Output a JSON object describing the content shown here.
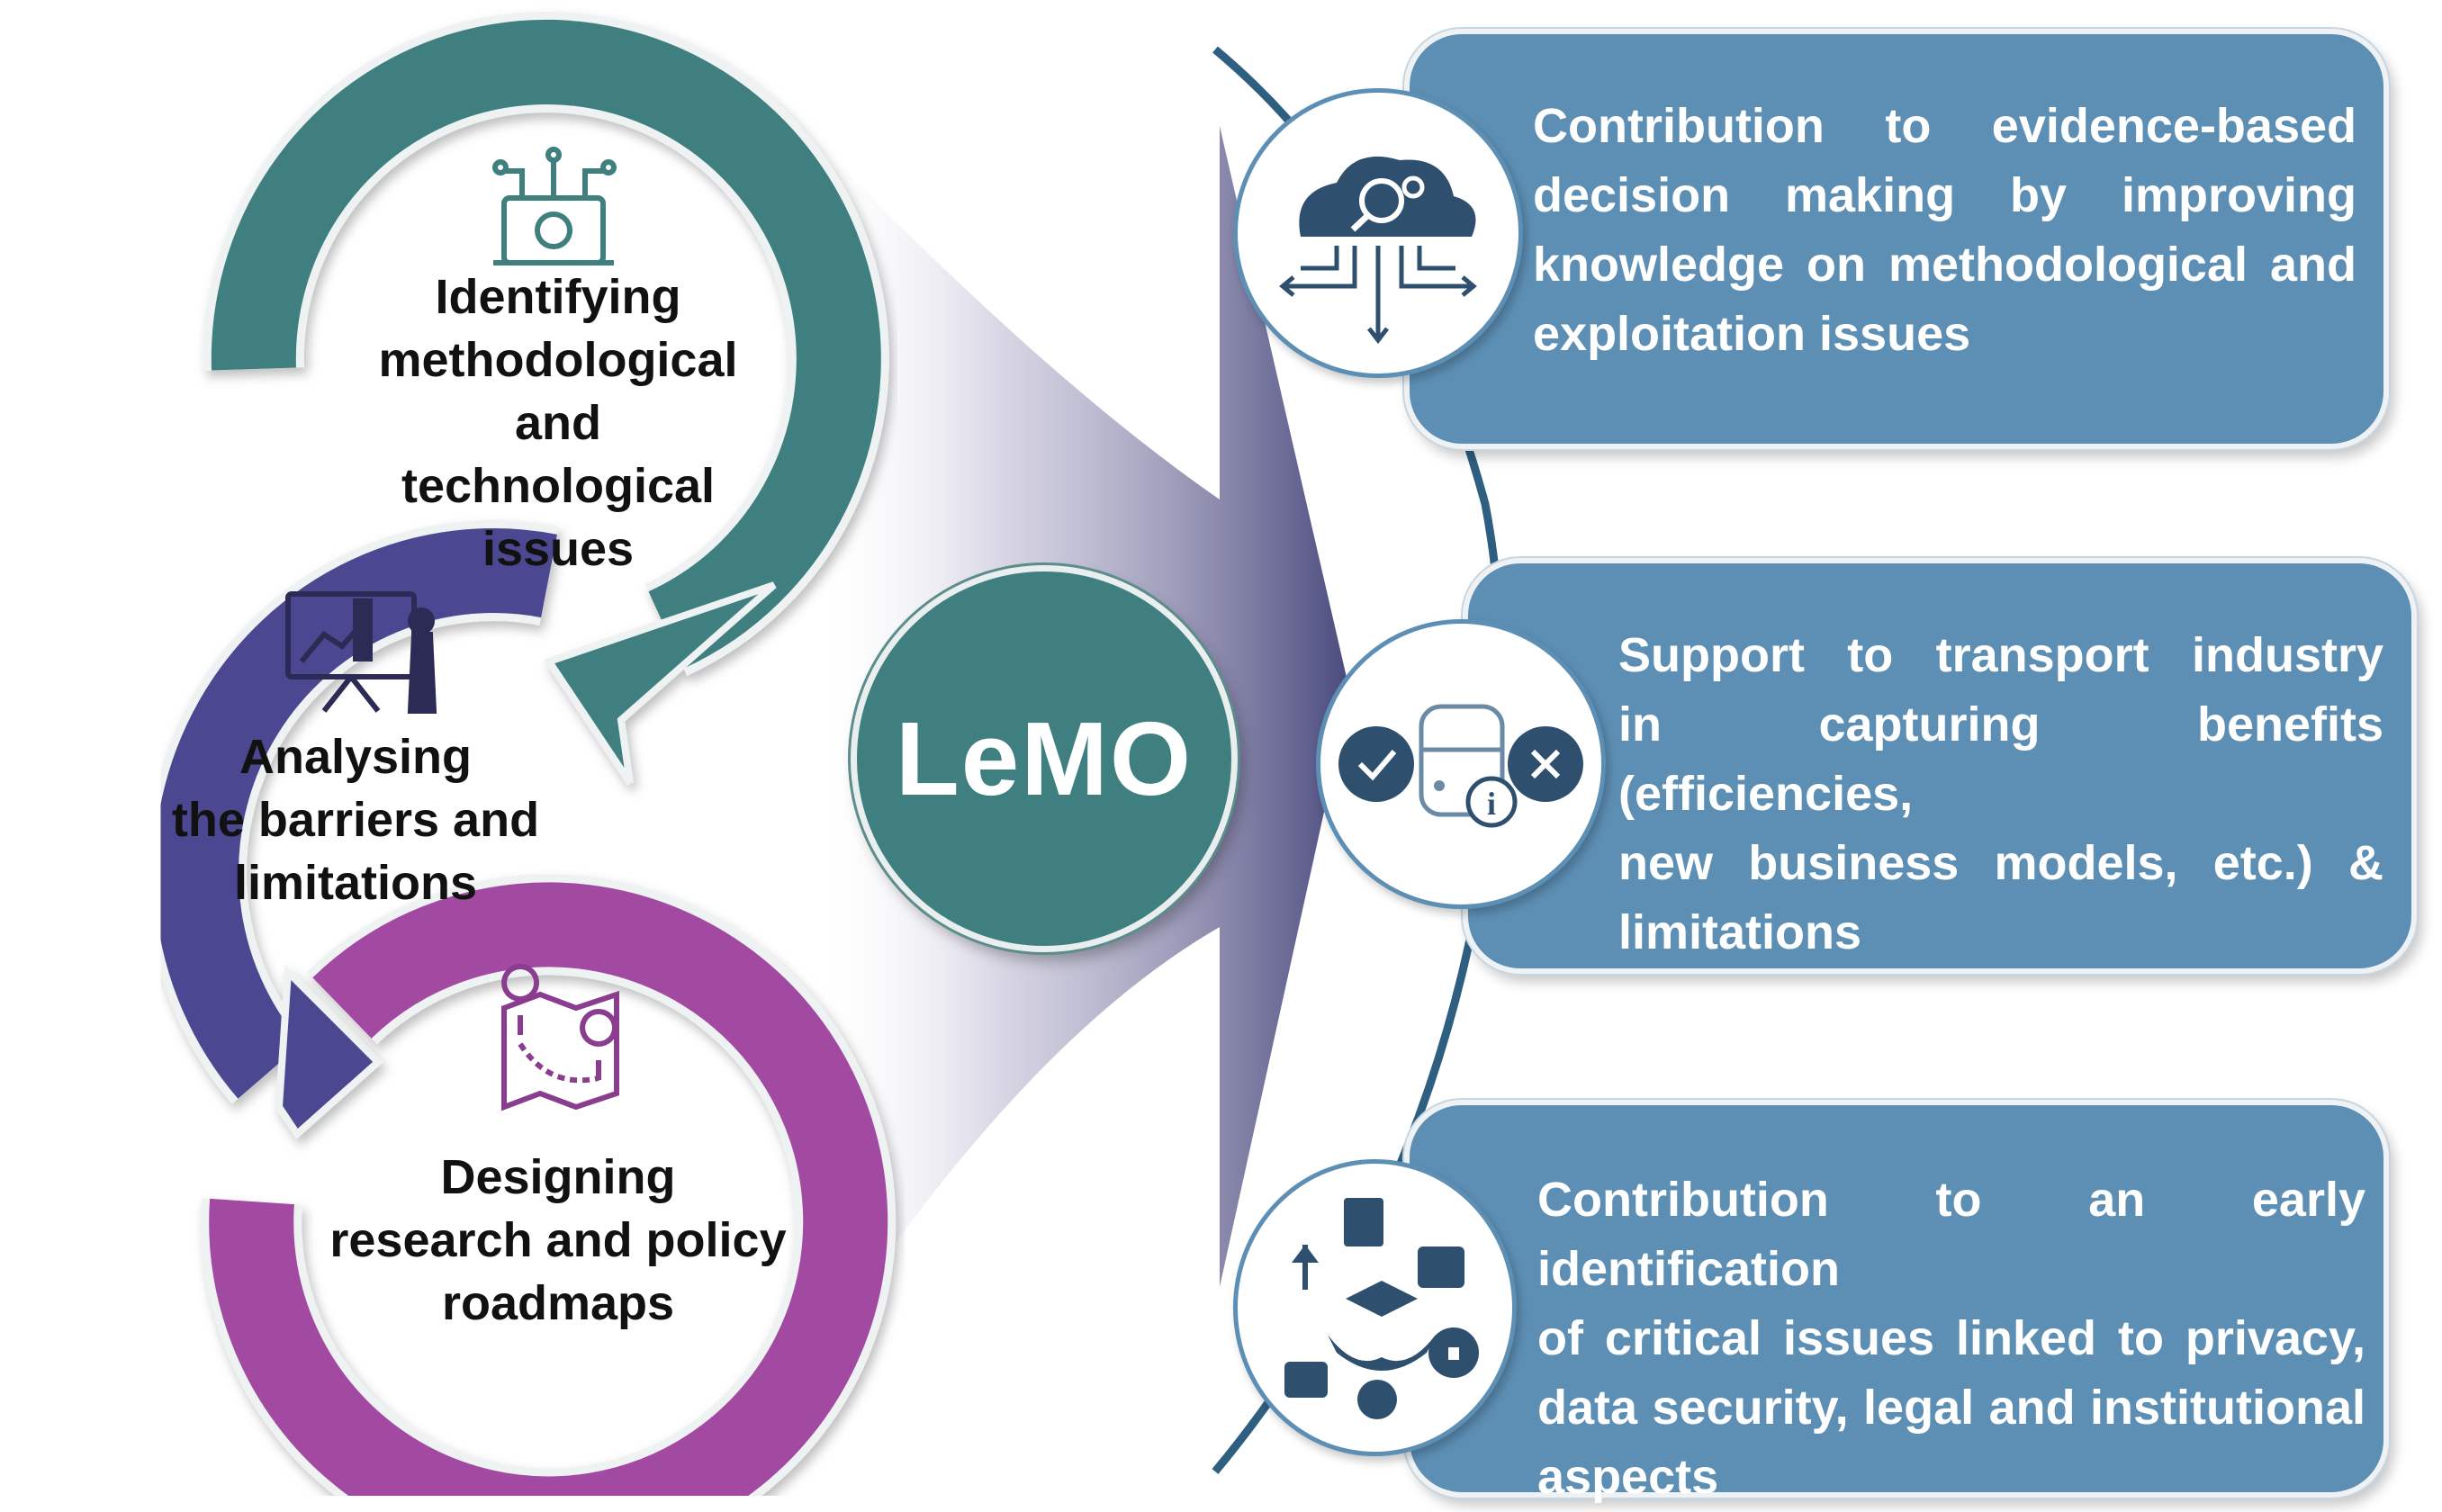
{
  "hub": {
    "label": "LeMO"
  },
  "steps": [
    {
      "lines": [
        "Identifying",
        "methodological and",
        "technological",
        "issues"
      ],
      "color": "#3f7f7f",
      "icon": "gear-laptop-circuit-icon"
    },
    {
      "lines": [
        "Analysing",
        "the barriers and",
        "limitations"
      ],
      "color": "#4b4690",
      "icon": "presentation-board-icon"
    },
    {
      "lines": [
        "Designing",
        "research and policy",
        "roadmaps"
      ],
      "color": "#a24aa1",
      "icon": "map-route-pins-icon"
    }
  ],
  "outcomes": [
    {
      "lines": [
        "Contribution    to    evidence-based",
        "decision   making   by   improving",
        "knowledge on methodological and",
        "exploitation issues"
      ],
      "icon": "cloud-analytics-icon"
    },
    {
      "lines": [
        "Support  to  transport   industry",
        "in capturing benefits (efficiencies,",
        "new business models, etc.) &",
        "limitations"
      ],
      "icon": "train-check-cross-info-icon"
    },
    {
      "lines": [
        "Contribution to an early identification",
        "of critical issues linked to privacy,",
        "data security, legal and institutional",
        "aspects"
      ],
      "icon": "legal-security-cluster-icon"
    }
  ],
  "colors": {
    "teal": "#3f7f7f",
    "indigo": "#4b4690",
    "purple": "#a24aa1",
    "panel": "#5d8fb5",
    "icon_dark": "#2f4f6f"
  }
}
